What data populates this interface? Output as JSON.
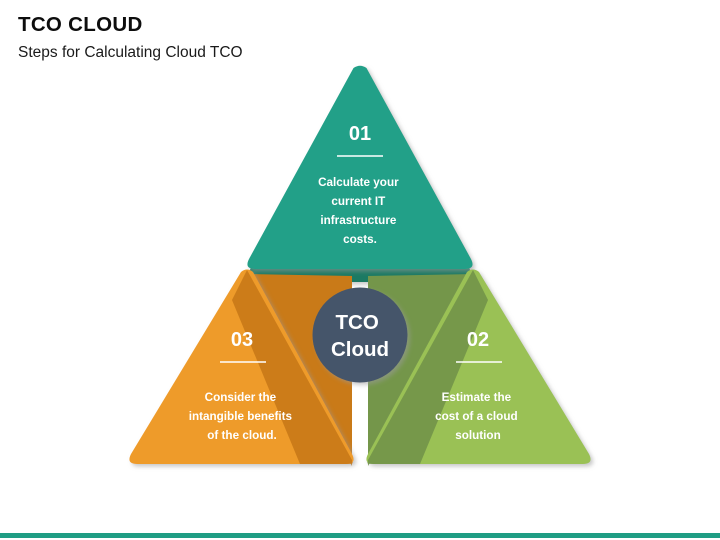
{
  "header": {
    "title": "TCO CLOUD",
    "subtitle": "Steps for Calculating Cloud TCO"
  },
  "hub": {
    "line1": "TCO",
    "line2": "Cloud",
    "color": "#44546a"
  },
  "steps": [
    {
      "number": "01",
      "position": "top",
      "color": "#22a088",
      "shadow_color": "#1b7a63",
      "lines": [
        "Calculate your",
        "current IT",
        "infrastructure",
        "costs."
      ]
    },
    {
      "number": "02",
      "position": "bottom-right",
      "color": "#9ac155",
      "shadow_color": "#74964a",
      "lines": [
        "Estimate the",
        "cost of a cloud",
        "solution"
      ]
    },
    {
      "number": "03",
      "position": "bottom-left",
      "color": "#ee9b2a",
      "shadow_color": "#c97a18",
      "lines": [
        "Consider the",
        "intangible benefits",
        "of the cloud."
      ]
    }
  ],
  "footer": {
    "accent_color": "#1f9d84"
  }
}
